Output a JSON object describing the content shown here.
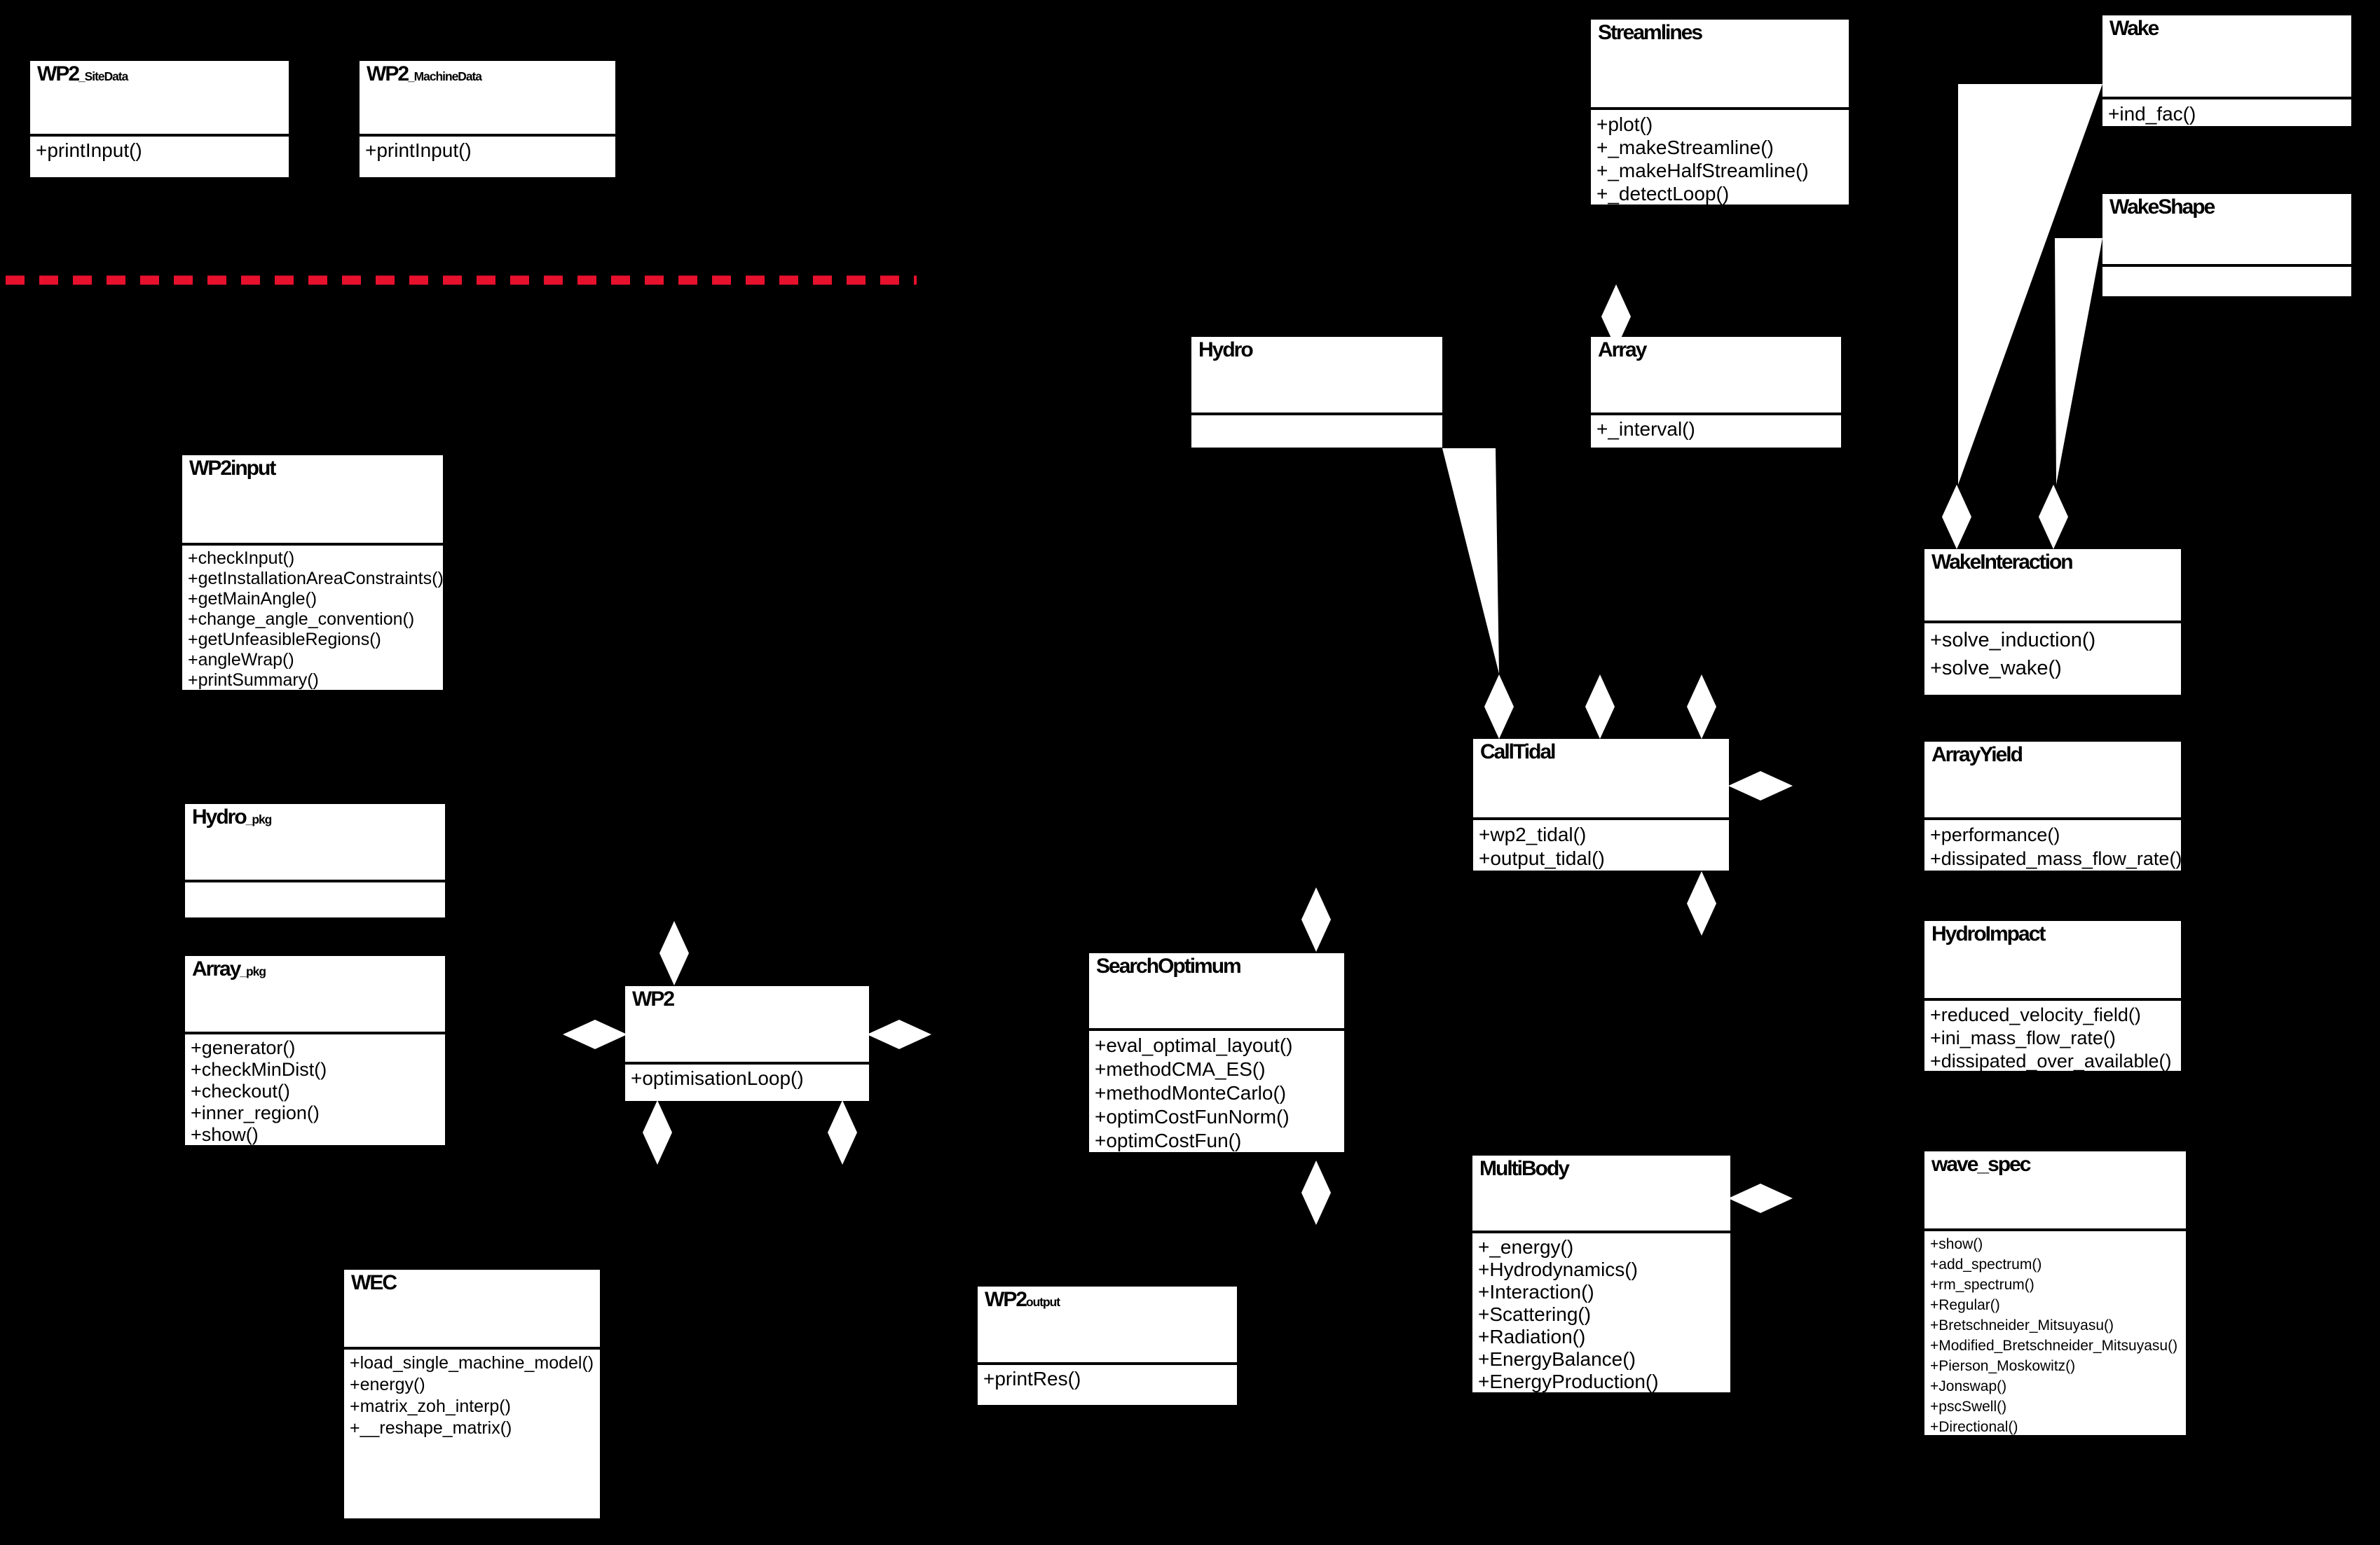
{
  "diagram": {
    "kind": "uml-class-diagram",
    "colors": {
      "background": "#000000",
      "box_fill": "#ffffff",
      "box_text": "#000000",
      "divider": "#000000",
      "connector": "#ffffff",
      "dashed_separator": "#e8112d"
    },
    "classes": [
      {
        "id": "wp2-sitedata",
        "name": "WP2",
        "subscript": "_SiteData",
        "methods": [
          "+printInput()"
        ]
      },
      {
        "id": "wp2-machinedata",
        "name": "WP2",
        "subscript": "_MachineData",
        "methods": [
          "+printInput()"
        ]
      },
      {
        "id": "streamlines",
        "name": "Streamlines",
        "subscript": "",
        "methods": [
          "+plot()",
          "+_makeStreamline()",
          "+_makeHalfStreamline()",
          "+_detectLoop()"
        ]
      },
      {
        "id": "wake",
        "name": "Wake",
        "subscript": "",
        "methods": [
          "+ind_fac()"
        ]
      },
      {
        "id": "wakeshape",
        "name": "WakeShape",
        "subscript": "",
        "methods": []
      },
      {
        "id": "hydro",
        "name": "Hydro",
        "subscript": "",
        "methods": []
      },
      {
        "id": "array",
        "name": "Array",
        "subscript": "",
        "methods": [
          "+_interval()"
        ]
      },
      {
        "id": "wp2input",
        "name": "WP2input",
        "subscript": "",
        "methods": [
          "+checkInput()",
          "+getInstallationAreaConstraints()",
          "+getMainAngle()",
          "+change_angle_convention()",
          "+getUnfeasibleRegions()",
          "+angleWrap()",
          "+printSummary()"
        ]
      },
      {
        "id": "hydro-pkg",
        "name": "Hydro",
        "subscript": "_pkg",
        "methods": []
      },
      {
        "id": "array-pkg",
        "name": "Array",
        "subscript": "_pkg",
        "methods": [
          "+generator()",
          "+checkMinDist()",
          "+checkout()",
          "+inner_region()",
          "+show()"
        ]
      },
      {
        "id": "wp2",
        "name": "WP2",
        "subscript": "",
        "methods": [
          "+optimisationLoop()"
        ]
      },
      {
        "id": "searchoptimum",
        "name": "SearchOptimum",
        "subscript": "",
        "methods": [
          "+eval_optimal_layout()",
          "+methodCMA_ES()",
          "+methodMonteCarlo()",
          "+optimCostFunNorm()",
          "+optimCostFun()"
        ]
      },
      {
        "id": "calltidal",
        "name": "CallTidal",
        "subscript": "",
        "methods": [
          "+wp2_tidal()",
          "+output_tidal()"
        ]
      },
      {
        "id": "wakeinteraction",
        "name": "WakeInteraction",
        "subscript": "",
        "methods": [
          "+solve_induction()",
          "+solve_wake()"
        ]
      },
      {
        "id": "arrayyield",
        "name": "ArrayYield",
        "subscript": "",
        "methods": [
          "+performance()",
          "+dissipated_mass_flow_rate()"
        ]
      },
      {
        "id": "hydroimpact",
        "name": "HydroImpact",
        "subscript": "",
        "methods": [
          "+reduced_velocity_field()",
          "+ini_mass_flow_rate()",
          "+dissipated_over_available()"
        ]
      },
      {
        "id": "multibody",
        "name": "MultiBody",
        "subscript": "",
        "methods": [
          "+_energy()",
          "+Hydrodynamics()",
          "+Interaction()",
          "+Scattering()",
          "+Radiation()",
          "+EnergyBalance()",
          "+EnergyProduction()"
        ]
      },
      {
        "id": "wave-spec",
        "name": "wave_spec",
        "subscript": "",
        "methods": [
          "+show()",
          "+add_spectrum()",
          "+rm_spectrum()",
          "+Regular()",
          "+Bretschneider_Mitsuyasu()",
          "+Modified_Bretschneider_Mitsuyasu()",
          "+Pierson_Moskowitz()",
          "+Jonswap()",
          "+pscSwell()",
          "+Directional()"
        ]
      },
      {
        "id": "wec",
        "name": "WEC",
        "subscript": "",
        "methods": [
          "+load_single_machine_model()",
          "+energy()",
          "+matrix_zoh_interp()",
          "+__reshape_matrix()"
        ]
      },
      {
        "id": "wp2output",
        "name": "WP2",
        "subscript": "output",
        "methods": [
          "+printRes()"
        ]
      }
    ],
    "connectors": {
      "aggregation_diamonds": [
        {
          "id": "array-top"
        },
        {
          "id": "wp2-top"
        },
        {
          "id": "wp2-left"
        },
        {
          "id": "wp2-right"
        },
        {
          "id": "wp2-bottom-left"
        },
        {
          "id": "wp2-bottom-right"
        },
        {
          "id": "searchoptimum-top"
        },
        {
          "id": "searchoptimum-bottom"
        },
        {
          "id": "calltidal-top-1"
        },
        {
          "id": "calltidal-top-2"
        },
        {
          "id": "calltidal-top-3"
        },
        {
          "id": "calltidal-right"
        },
        {
          "id": "calltidal-bottom"
        },
        {
          "id": "multibody-right"
        },
        {
          "id": "wakeinteraction-top-1"
        },
        {
          "id": "wakeinteraction-top-2"
        }
      ],
      "wedges": [
        {
          "id": "hydro-to-calltidal"
        },
        {
          "id": "wake-to-wakeinteraction"
        },
        {
          "id": "wakeshape-to-wakeinteraction"
        }
      ],
      "dashed_separator": {
        "present": true
      }
    }
  }
}
